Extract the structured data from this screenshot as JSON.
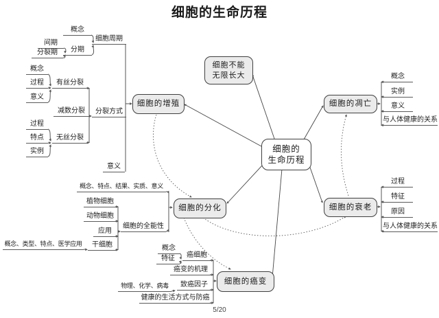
{
  "title": "细胞的生命历程",
  "page_indicator": "5/20",
  "nodes": {
    "center_line1": "细胞的",
    "center_line2": "生命历程",
    "no_growth_line1": "细胞不能",
    "no_growth_line2": "无限长大",
    "proliferation": "细胞的增殖",
    "apoptosis": "细胞的凋亡",
    "senescence": "细胞的衰老",
    "differentiation": "细胞的分化",
    "canceration": "细胞的癌变"
  },
  "labels": {
    "cell_cycle": "细胞周期",
    "concept_cycle": "概念",
    "phases": "分期",
    "interphase": "间期",
    "division_phase": "分裂期",
    "division_methods": "分裂方式",
    "significance_prolif": "意义",
    "mitosis": "有丝分裂",
    "concept_mitosis": "概念",
    "process_mitosis": "过程",
    "significance_mitosis": "意义",
    "meiosis": "减数分裂",
    "amitosis": "无丝分裂",
    "process_amitosis": "过程",
    "features_amitosis": "特点",
    "examples_amitosis": "实例",
    "diff_attrs": "概念、特点、结果、实质、意义",
    "totipotency": "细胞的全能性",
    "plant_cells": "植物细胞",
    "animal_cells": "动物细胞",
    "application": "应用",
    "stem_cells": "干细胞",
    "stem_cell_attrs": "概念、类型、特点、医学应用",
    "cancer_cells": "癌细胞",
    "concept_cancer": "概念",
    "features_cancer": "特征",
    "mechanism": "癌变的机理",
    "carcinogens": "致癌因子",
    "carcinogen_types": "物理、化学、病毒",
    "healthy_lifestyle": "健康的生活方式与防癌",
    "concept_apop": "概念",
    "examples_apop": "实例",
    "significance_apop": "意义",
    "health_relation_apop": "与人体健康的关系",
    "process_sen": "过程",
    "features_sen": "特征",
    "causes_sen": "原因",
    "health_relation_sen": "与人体健康的关系"
  }
}
